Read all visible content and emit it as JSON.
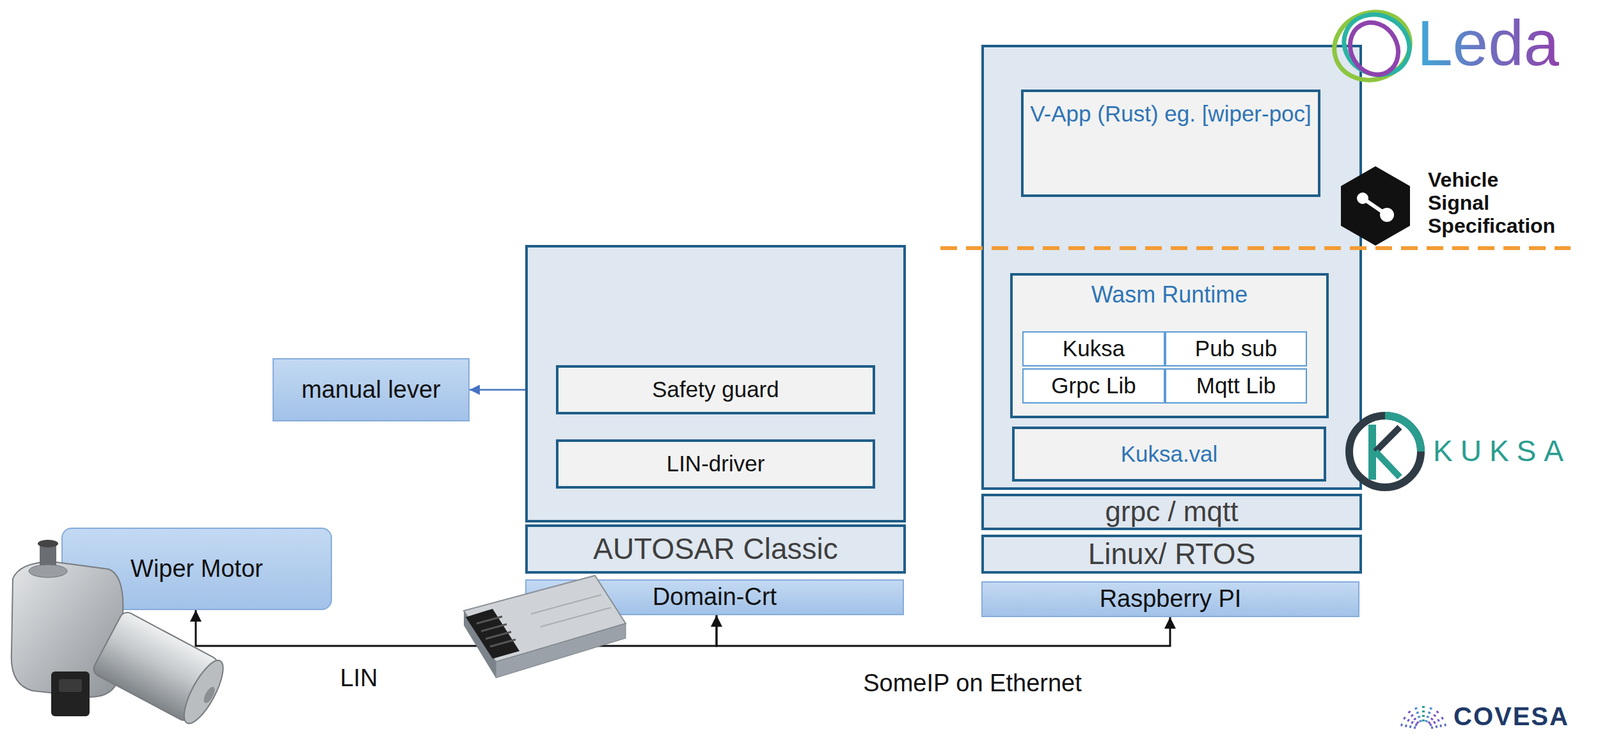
{
  "diagram": {
    "nodes": [
      {
        "text": [
          "Wiper Motor"
        ]
      },
      {
        "text": [
          "manual lever"
        ]
      },
      {
        "text": []
      },
      {
        "text": [
          "Safety guard"
        ],
        "in": 2
      },
      {
        "text": [
          "LIN-driver"
        ],
        "in": 2
      },
      {
        "text": [
          "AUTOSAR Classic"
        ]
      },
      {
        "text": [
          "Domain-Crt"
        ]
      },
      {
        "text": []
      },
      {
        "text": [
          "V-App (Rust) eg. [wiper-poc]"
        ],
        "in": 7
      },
      {
        "text": [
          "Wasm Runtime"
        ],
        "in": 7
      },
      {
        "text": [
          "Kuksa"
        ],
        "in": 9
      },
      {
        "text": [
          "Pub sub"
        ],
        "in": 9
      },
      {
        "text": [
          "Grpc Lib"
        ],
        "in": 9
      },
      {
        "text": [
          "Mqtt Lib"
        ],
        "in": 9
      },
      {
        "text": [
          "Kuksa.val"
        ],
        "in": 7
      },
      {
        "text": [
          "grpc / mqtt"
        ]
      },
      {
        "text": [
          "Linux/ RTOS"
        ]
      },
      {
        "text": [
          "Raspberry PI"
        ]
      }
    ],
    "edges": [
      {
        "from": 2,
        "to": 1,
        "arrow": "to"
      },
      {
        "from": 6,
        "to": 0,
        "arrow": "to",
        "label": "LIN"
      },
      {
        "from": 6,
        "to": 17,
        "arrow": "both",
        "label": "SomeIP on Ethernet"
      }
    ],
    "labels": [
      "Leda",
      "Vehicle Signal Specification",
      "KUKSA",
      "COVESA"
    ]
  }
}
